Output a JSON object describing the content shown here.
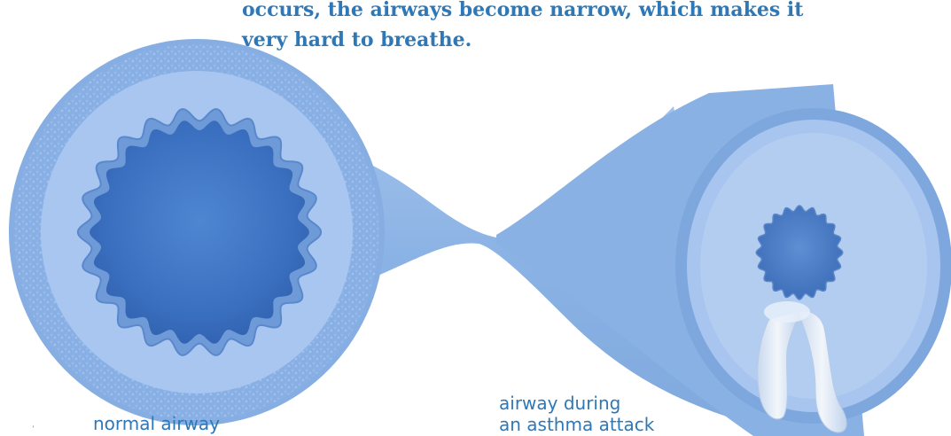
{
  "intro": {
    "line1": "occurs, the airways become narrow, which makes it",
    "line2": "very hard to breathe."
  },
  "captions": {
    "normal": "normal airway",
    "asthma_line1": "airway during",
    "asthma_line2": "an asthma attack"
  },
  "colors": {
    "text": "#2e78b8",
    "airway_outer": "#8fb5e6",
    "airway_wall": "#a9c7ef",
    "lumen": "#3f74c4",
    "mucus": "#e6eef7"
  },
  "icons": {
    "normal_airway": "normal-airway-cross-section",
    "asthma_airway": "narrowed-airway-cross-section",
    "mucus": "mucus-drip"
  }
}
